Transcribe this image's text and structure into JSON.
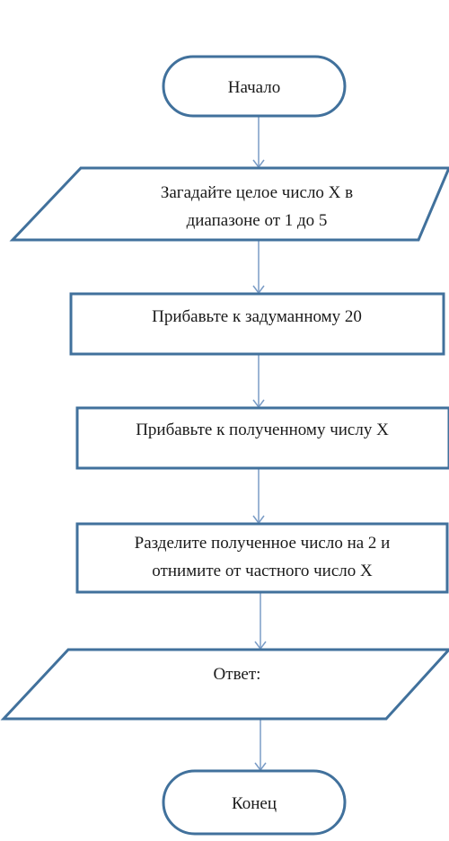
{
  "flowchart": {
    "nodes": [
      {
        "id": "start",
        "shape": "terminator",
        "lines": [
          "Начало"
        ]
      },
      {
        "id": "input",
        "shape": "parallelogram",
        "lines": [
          "Загадайте целое число X в",
          "диапазоне от 1 до 5"
        ]
      },
      {
        "id": "step1",
        "shape": "process",
        "lines": [
          "Прибавьте к задуманному 20"
        ]
      },
      {
        "id": "step2",
        "shape": "process",
        "lines": [
          "Прибавьте к полученному числу X"
        ]
      },
      {
        "id": "step3",
        "shape": "process",
        "lines": [
          "Разделите полученное число на 2 и",
          "отнимите от частного число X"
        ]
      },
      {
        "id": "output",
        "shape": "parallelogram",
        "lines": [
          "Ответ:"
        ]
      },
      {
        "id": "end",
        "shape": "terminator",
        "lines": [
          "Конец"
        ]
      }
    ],
    "edges": [
      [
        "start",
        "input"
      ],
      [
        "input",
        "step1"
      ],
      [
        "step1",
        "step2"
      ],
      [
        "step2",
        "step3"
      ],
      [
        "step3",
        "output"
      ],
      [
        "output",
        "end"
      ]
    ],
    "colors": {
      "border": "#41719c",
      "connector": "#7a9cc6",
      "text": "#1a1a1a",
      "fill": "#ffffff"
    }
  }
}
